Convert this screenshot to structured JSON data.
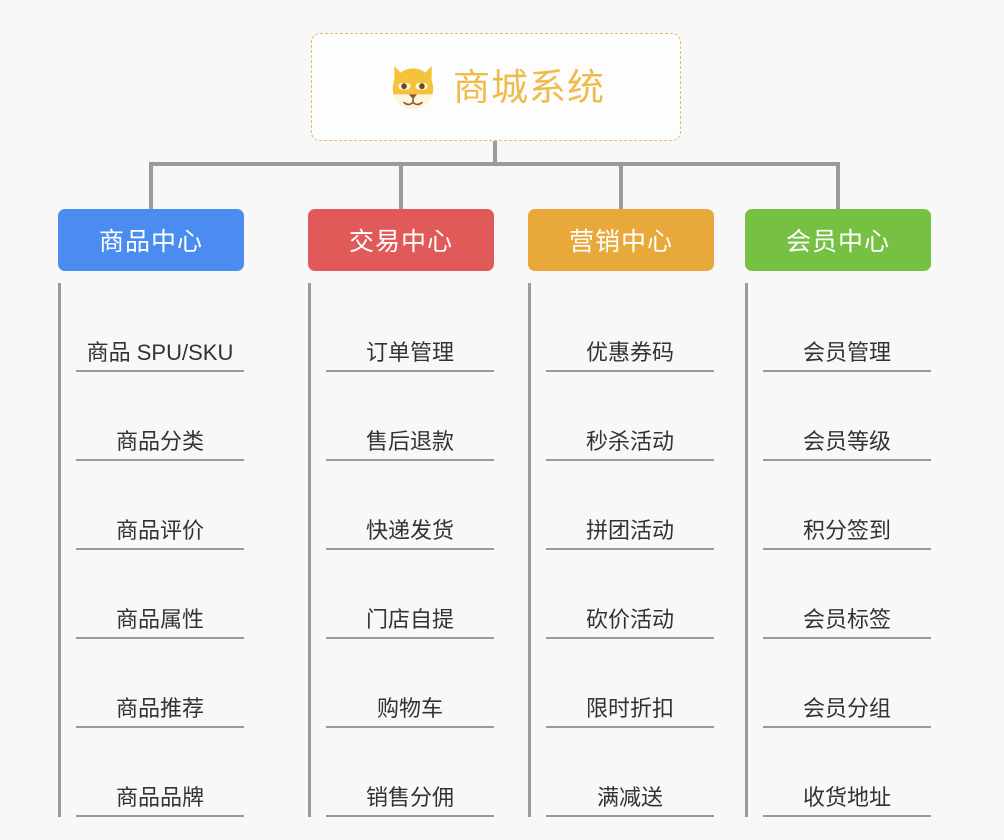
{
  "page": {
    "background_color": "#f8f8f9",
    "type": "org-chart",
    "title": "商城系统"
  },
  "root": {
    "label": "商城系统",
    "icon": "shiba-dog-face-emoji",
    "text_color": "#f0bb4d",
    "border_color": "#e8b964",
    "background_color": "#fdfdfd"
  },
  "connector": {
    "color": "#9a9a9a"
  },
  "columns": [
    {
      "header": "商品中心",
      "color": "#4a8cf0",
      "items": [
        "商品 SPU/SKU",
        "商品分类",
        "商品评价",
        "商品属性",
        "商品推荐",
        "商品品牌"
      ]
    },
    {
      "header": "交易中心",
      "color": "#e05a5a",
      "items": [
        "订单管理",
        "售后退款",
        "快递发货",
        "门店自提",
        "购物车",
        "销售分佣"
      ]
    },
    {
      "header": "营销中心",
      "color": "#e8a93a",
      "items": [
        "优惠券码",
        "秒杀活动",
        "拼团活动",
        "砍价活动",
        "限时折扣",
        "满减送"
      ]
    },
    {
      "header": "会员中心",
      "color": "#76c044",
      "items": [
        "会员管理",
        "会员等级",
        "积分签到",
        "会员标签",
        "会员分组",
        "收货地址"
      ]
    }
  ]
}
